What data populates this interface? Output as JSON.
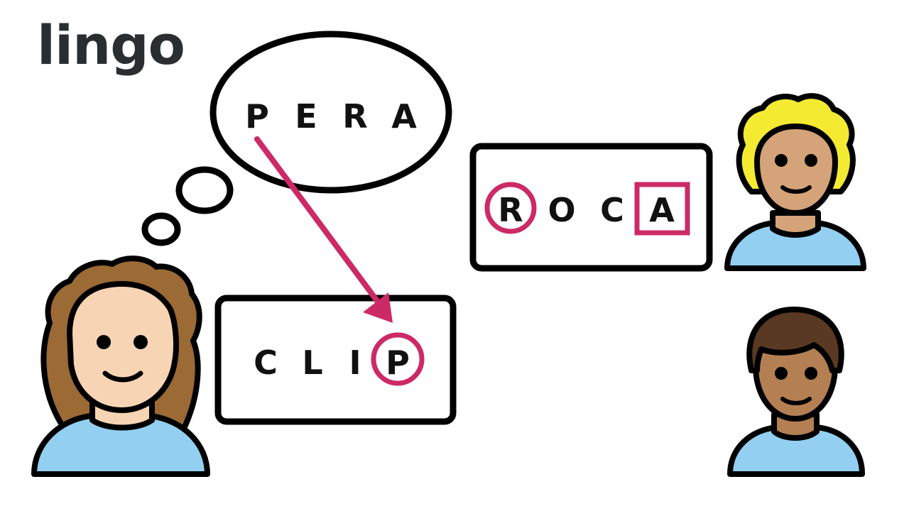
{
  "title": "lingo",
  "thought_word": [
    "P",
    "E",
    "R",
    "A"
  ],
  "word_clip": [
    "C",
    "L",
    "I",
    "P"
  ],
  "word_roca": [
    "R",
    "O",
    "C",
    "A"
  ],
  "colors": {
    "accent": "#cc2a67",
    "skin_light": "#f7d5b4",
    "skin_tan": "#d4a379",
    "skin_medium": "#b37f53",
    "hair_brown": "#9b6a35",
    "hair_blond": "#f4ea32",
    "hair_dark": "#5a3922",
    "shirt": "#92cff0",
    "outline": "#000000"
  },
  "icons": [
    "woman-curly-hair-icon",
    "man-blond-curly-hair-icon",
    "man-dark-hair-icon"
  ]
}
